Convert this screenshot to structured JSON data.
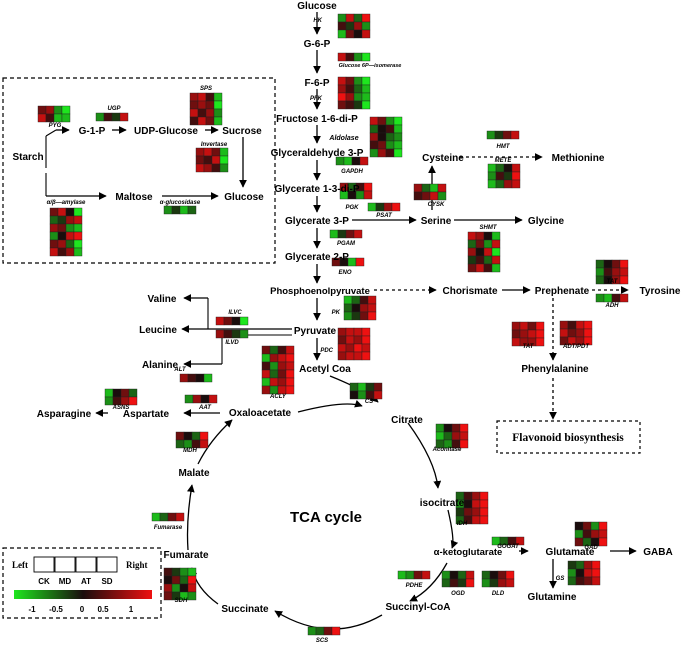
{
  "colors": {
    "low": "#1ee61e",
    "mid": "#1a0d0d",
    "high": "#ee1111"
  },
  "metabolites": {
    "glucose": "Glucose",
    "g6p": "G-6-P",
    "f6p": "F-6-P",
    "f16dip": "Fructose 1-6-di-P",
    "g3p_ald": "Glyceraldehyde 3-P",
    "g13dip": "Glycerate 1-3-di-P",
    "g3p": "Glycerate 3-P",
    "g2p": "Glycerate 2-P",
    "pep": "Phosphoenolpyruvate",
    "pyruvate": "Pyruvate",
    "acetylcoa": "Acetyl Coa",
    "citrate": "Citrate",
    "isocitrate": "isocitrate",
    "akg": "α-ketoglutarate",
    "succoa": "Succinyl-CoA",
    "succinate": "Succinate",
    "fumarate": "Fumarate",
    "malate": "Malate",
    "oxaloacetate": "Oxaloacetate",
    "aspartate": "Aspartate",
    "asparagine": "Asparagine",
    "valine": "Valine",
    "leucine": "Leucine",
    "alanine": "Alanine",
    "starch": "Starch",
    "g1p": "G-1-P",
    "udpglucose": "UDP-Glucose",
    "sucrose": "Sucrose",
    "maltose": "Maltose",
    "glucose2": "Glucose",
    "serine": "Serine",
    "cysteine": "Cysteine",
    "methionine": "Methionine",
    "glycine": "Glycine",
    "chorismate": "Chorismate",
    "prephenate": "Prephenate",
    "tyrosine": "Tyrosine",
    "phenylalanine": "Phenylalanine",
    "glutamate": "Glutamate",
    "gaba": "GABA",
    "glutamine": "Glutamine"
  },
  "enzymes": {
    "HK": "HK",
    "G6PI": "Glucose 6P—isomerase",
    "PFK": "PFK",
    "ALD": "Aldolase",
    "GAPDH": "GAPDH",
    "PGK": "PGK",
    "PGAM": "PGAM",
    "ENO": "ENO",
    "PK": "PK",
    "PDC": "PDC",
    "ACLY": "ACLY",
    "CS": "CS",
    "ACO": "Aconitase",
    "IDH": "IDH",
    "PDHE": "PDHE",
    "OGD": "OGD",
    "DLD": "DLD",
    "SCS": "SCS",
    "SDH": "SDH",
    "FUM": "Fumarase",
    "MDH": "MDH",
    "AAT": "AAT",
    "ASNS": "ASNS",
    "ALT": "ALT",
    "ILVC": "ILVC",
    "ILVD": "ILVD",
    "PYG": "PYG",
    "UGP": "UGP",
    "SPS": "SPS",
    "INV": "Invertase",
    "AMY": "α/β—amylase",
    "AGLU": "α-glucosidase",
    "PSAT": "PSAT",
    "CYSK": "CYSK",
    "HMT": "HMT",
    "METE": "METE",
    "SHMT": "SHMT",
    "TAT1": "TAT",
    "ADH": "ADH",
    "TAT2": "TAT",
    "ADTPDT": "ADT/PDT",
    "GOGAT": "GOGAT",
    "GAD": "GAD",
    "GS": "GS"
  },
  "heatmaps": [
    {
      "id": "HK",
      "rows": [
        [
          0.2,
          0.9,
          0.3,
          1
        ],
        [
          0.6,
          0.4,
          0.8,
          0.2
        ],
        [
          0.1,
          0.7,
          0.5,
          0.9
        ]
      ]
    },
    {
      "id": "G6PI",
      "rows": [
        [
          0.9,
          0.6,
          0.2,
          0
        ]
      ]
    },
    {
      "id": "PFK",
      "rows": [
        [
          0.9,
          0.7,
          0.2,
          0
        ],
        [
          0.8,
          0.6,
          0.3,
          0.1
        ],
        [
          1,
          0.8,
          0.2,
          0.1
        ],
        [
          0.7,
          0.6,
          0.4,
          0
        ]
      ]
    },
    {
      "id": "ALD",
      "rows": [
        [
          0.9,
          0.7,
          0.2,
          0
        ],
        [
          0.3,
          0.5,
          0.6,
          0.1
        ],
        [
          0.8,
          0.5,
          0.3,
          0.2
        ],
        [
          0.6,
          0.7,
          0.2,
          0.1
        ],
        [
          0.2,
          0.8,
          0.6,
          0
        ]
      ]
    },
    {
      "id": "GAPDH",
      "rows": [
        [
          0.2,
          0.1,
          0.5,
          0.9
        ]
      ]
    },
    {
      "id": "PGK",
      "rows": [
        [
          0.8,
          0.3,
          0.6,
          1
        ],
        [
          0.1,
          0.5,
          0.2,
          0.9
        ]
      ]
    },
    {
      "id": "PSAT",
      "rows": [
        [
          0.1,
          0.4,
          0.8,
          1
        ]
      ]
    },
    {
      "id": "PGAM",
      "rows": [
        [
          0.1,
          0.4,
          0.7,
          0.9
        ]
      ]
    },
    {
      "id": "ENO",
      "rows": [
        [
          0.7,
          0.5,
          0.1,
          1
        ]
      ]
    },
    {
      "id": "PK",
      "rows": [
        [
          0.1,
          0.3,
          0.6,
          0.9
        ],
        [
          0.3,
          0.5,
          0.8,
          0.9
        ],
        [
          0.2,
          0.4,
          0.7,
          1
        ]
      ]
    },
    {
      "id": "PDC",
      "rows": [
        [
          0.8,
          0.9,
          0.9,
          1
        ],
        [
          0.7,
          0.9,
          0.8,
          1
        ],
        [
          0.9,
          0.8,
          1,
          0.9
        ],
        [
          0.8,
          0.9,
          0.9,
          1
        ]
      ]
    },
    {
      "id": "ACLY",
      "rows": [
        [
          0.7,
          0.3,
          0.6,
          0.9
        ],
        [
          0.1,
          0.8,
          0.9,
          1
        ],
        [
          0.6,
          0.2,
          0.8,
          0.9
        ],
        [
          0.9,
          0.3,
          0.7,
          1
        ],
        [
          0.1,
          0.9,
          0.8,
          1
        ],
        [
          0.8,
          0.2,
          0.9,
          1
        ]
      ]
    },
    {
      "id": "CS",
      "rows": [
        [
          0.3,
          0.1,
          0.4,
          0.7
        ],
        [
          0.5,
          0.2,
          0.6,
          0.9
        ]
      ]
    },
    {
      "id": "ACO",
      "rows": [
        [
          0.2,
          0.5,
          0.7,
          1
        ],
        [
          0.1,
          0.3,
          0.8,
          0.9
        ],
        [
          0.3,
          0.2,
          0.6,
          1
        ]
      ]
    },
    {
      "id": "IDH",
      "rows": [
        [
          0.3,
          0.6,
          0.8,
          1
        ],
        [
          0.2,
          0.5,
          0.9,
          1
        ],
        [
          0.4,
          0.7,
          0.8,
          1
        ],
        [
          0.3,
          0.6,
          0.9,
          1
        ]
      ]
    },
    {
      "id": "PDHE",
      "rows": [
        [
          0.1,
          0.2,
          0.7,
          0.9
        ]
      ]
    },
    {
      "id": "OGD",
      "rows": [
        [
          0.2,
          0.5,
          0.3,
          0.9
        ],
        [
          0.3,
          0.6,
          0.4,
          1
        ]
      ]
    },
    {
      "id": "DLD",
      "rows": [
        [
          0.3,
          0.5,
          0.7,
          1
        ],
        [
          0.2,
          0.4,
          0.8,
          0.9
        ]
      ]
    },
    {
      "id": "SCS",
      "rows": [
        [
          0.2,
          0.3,
          0.7,
          1
        ]
      ]
    },
    {
      "id": "SDH",
      "rows": [
        [
          0.6,
          0.4,
          0.2,
          0.1
        ],
        [
          0.5,
          0.7,
          0.3,
          1
        ],
        [
          0.8,
          0.2,
          0.5,
          0.9
        ],
        [
          0.7,
          0.4,
          0.1,
          0.2
        ]
      ]
    },
    {
      "id": "FUM",
      "rows": [
        [
          0.1,
          0.3,
          0.7,
          0.9
        ]
      ]
    },
    {
      "id": "MDH",
      "rows": [
        [
          0.7,
          0.5,
          0.3,
          1
        ],
        [
          0.3,
          0.2,
          0.6,
          0.9
        ]
      ]
    },
    {
      "id": "AAT",
      "rows": [
        [
          0.2,
          0.8,
          0.5,
          0.9
        ]
      ]
    },
    {
      "id": "ASNS",
      "rows": [
        [
          0.1,
          0.5,
          0.7,
          0.3
        ],
        [
          0.2,
          0.6,
          0.8,
          1
        ]
      ]
    },
    {
      "id": "ALT",
      "rows": [
        [
          0.8,
          0.6,
          0.5,
          0.1
        ]
      ]
    },
    {
      "id": "ILVC",
      "rows": [
        [
          0.9,
          0.7,
          0.5,
          0
        ]
      ]
    },
    {
      "id": "ILVD",
      "rows": [
        [
          0.8,
          0.6,
          0.4,
          0.2
        ]
      ]
    },
    {
      "id": "PYG",
      "rows": [
        [
          0.7,
          0.8,
          0.2,
          0
        ],
        [
          0.9,
          0.6,
          0.1,
          0.1
        ]
      ]
    },
    {
      "id": "UGP",
      "rows": [
        [
          0.2,
          0.6,
          0.4,
          0.9
        ]
      ]
    },
    {
      "id": "SPS",
      "rows": [
        [
          0.8,
          0.9,
          0.6,
          0.1
        ],
        [
          0.7,
          0.8,
          0.7,
          0
        ],
        [
          0.9,
          0.6,
          0.8,
          0.2
        ],
        [
          0.6,
          0.9,
          0.7,
          0.1
        ]
      ]
    },
    {
      "id": "INV",
      "rows": [
        [
          0.8,
          0.9,
          0.7,
          0.1
        ],
        [
          0.7,
          0.6,
          0.9,
          0
        ],
        [
          0.9,
          0.8,
          0.6,
          0.2
        ]
      ]
    },
    {
      "id": "AMY",
      "rows": [
        [
          0.7,
          0.9,
          0.5,
          0
        ],
        [
          0.3,
          0.4,
          0.8,
          0.9
        ],
        [
          0.8,
          0.7,
          0.2,
          0.1
        ],
        [
          0.2,
          0.5,
          0.9,
          1
        ],
        [
          0.7,
          0.8,
          0.3,
          0
        ],
        [
          0.9,
          0.6,
          0.8,
          0.1
        ]
      ]
    },
    {
      "id": "AGLU",
      "rows": [
        [
          0.2,
          0.4,
          0.1,
          0.3
        ]
      ]
    },
    {
      "id": "CYSK",
      "rows": [
        [
          0.8,
          0.3,
          0.1,
          0.9
        ],
        [
          0.6,
          0.7,
          0.9,
          0.2
        ]
      ]
    },
    {
      "id": "HMT",
      "rows": [
        [
          0.2,
          0.4,
          0.7,
          0.9
        ]
      ]
    },
    {
      "id": "METE",
      "rows": [
        [
          0.1,
          0.3,
          0.5,
          0.9
        ],
        [
          0.2,
          0.6,
          0.4,
          1
        ],
        [
          0.1,
          0.3,
          0.8,
          0.9
        ]
      ]
    },
    {
      "id": "SHMT",
      "rows": [
        [
          0.9,
          0.8,
          0.5,
          0.1
        ],
        [
          0.3,
          0.7,
          0.2,
          0.9
        ],
        [
          0.8,
          0.5,
          0.9,
          0
        ],
        [
          0.4,
          0.6,
          0.3,
          0.9
        ],
        [
          0.7,
          0.9,
          0.6,
          0.1
        ]
      ]
    },
    {
      "id": "TAT1",
      "rows": [
        [
          0.3,
          0.5,
          0.7,
          1
        ],
        [
          0.2,
          0.6,
          0.8,
          0.9
        ],
        [
          0.3,
          0.5,
          0.8,
          1
        ]
      ]
    },
    {
      "id": "ADH",
      "rows": [
        [
          0.2,
          0.1,
          0.6,
          0.9
        ]
      ]
    },
    {
      "id": "TAT2",
      "rows": [
        [
          0.8,
          0.9,
          0.7,
          1
        ],
        [
          0.7,
          0.8,
          0.9,
          1
        ],
        [
          0.9,
          0.8,
          0.8,
          1
        ]
      ]
    },
    {
      "id": "ADTPDT",
      "rows": [
        [
          0.8,
          0.6,
          0.9,
          1
        ],
        [
          0.9,
          0.7,
          0.8,
          1
        ],
        [
          0.7,
          0.9,
          0.8,
          1
        ]
      ]
    },
    {
      "id": "GOGAT",
      "rows": [
        [
          0.1,
          0.3,
          0.6,
          0.9
        ]
      ]
    },
    {
      "id": "GAD",
      "rows": [
        [
          0.5,
          0.7,
          0.2,
          1
        ],
        [
          0.2,
          0.6,
          0.8,
          0.9
        ],
        [
          0.7,
          0.3,
          0.5,
          1
        ]
      ]
    },
    {
      "id": "GS",
      "rows": [
        [
          0.4,
          0.3,
          0.8,
          1
        ],
        [
          0.2,
          0.5,
          0.9,
          1
        ],
        [
          0.3,
          0.6,
          0.7,
          0.9
        ]
      ]
    }
  ],
  "cycle_label": "TCA cycle",
  "flavonoid_label": "Flavonoid biosynthesis",
  "legend": {
    "left": "Left",
    "right": "Right",
    "columns": [
      "CK",
      "MD",
      "AT",
      "SD"
    ],
    "ticks": [
      "-1",
      "-0.5",
      "0",
      "0.5",
      "1"
    ]
  }
}
